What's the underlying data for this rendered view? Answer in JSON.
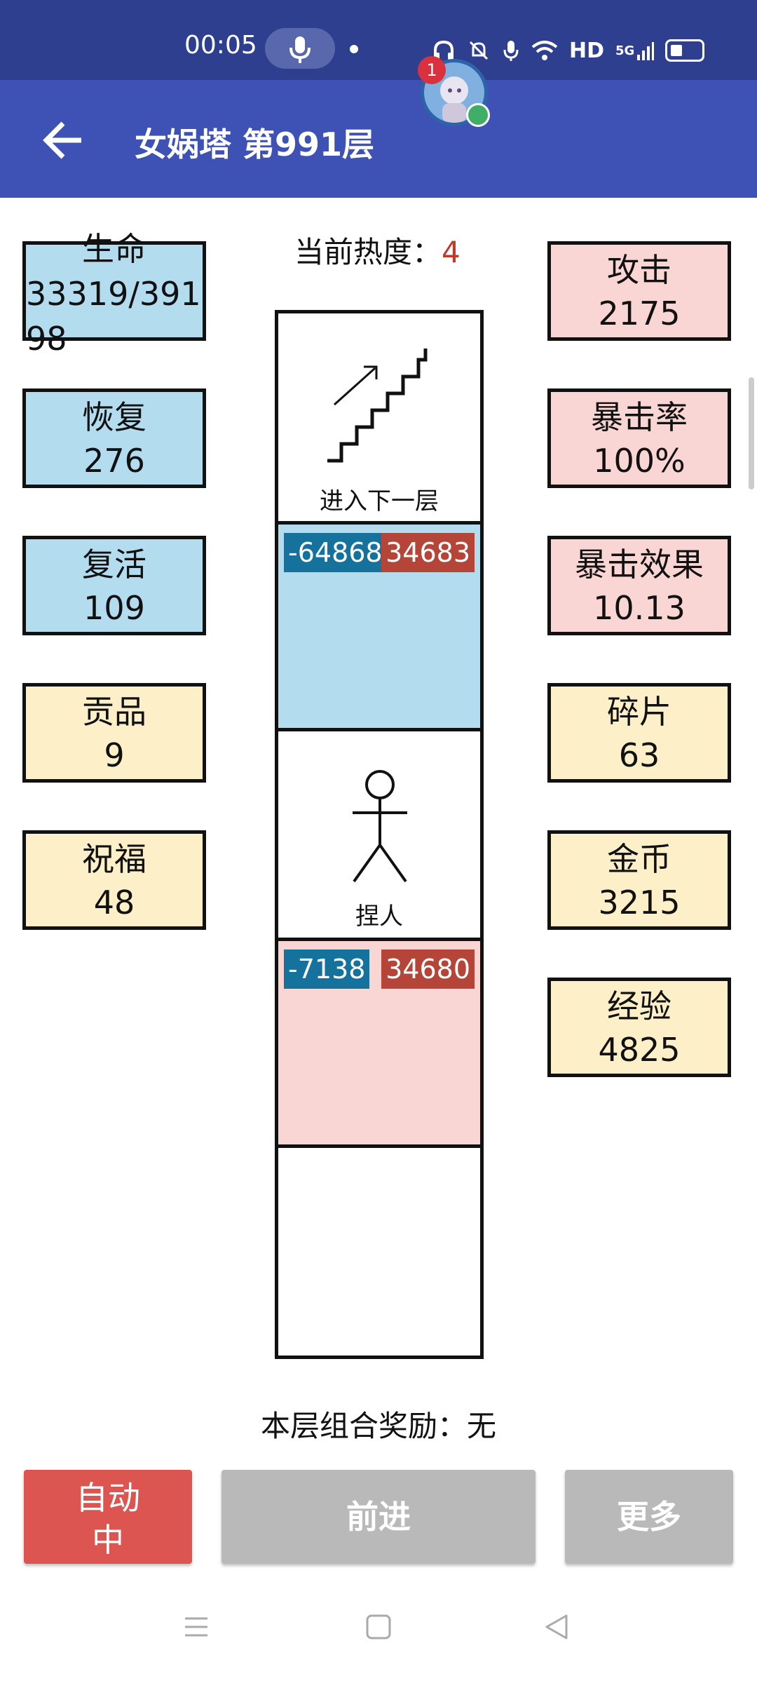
{
  "status_bar": {
    "time": "00:05",
    "network": "HD",
    "signal": "5G"
  },
  "app_bar": {
    "title": "女娲塔 第991层",
    "avatar_badge": "1"
  },
  "stats_left": [
    {
      "label": "生命",
      "value": "33319/39198"
    },
    {
      "label": "恢复",
      "value": "276"
    },
    {
      "label": "复活",
      "value": "109"
    },
    {
      "label": "贡品",
      "value": "9"
    },
    {
      "label": "祝福",
      "value": "48"
    }
  ],
  "stats_right": [
    {
      "label": "攻击",
      "value": "2175"
    },
    {
      "label": "暴击率",
      "value": "100%"
    },
    {
      "label": "暴击效果",
      "value": "10.13"
    },
    {
      "label": "碎片",
      "value": "63"
    },
    {
      "label": "金币",
      "value": "3215"
    },
    {
      "label": "经验",
      "value": "4825"
    }
  ],
  "heat": {
    "label": "当前热度：",
    "value": "4"
  },
  "tower": {
    "stairs_label": "进入下一层",
    "blue_room": {
      "left": "-64868",
      "right": "34683"
    },
    "person_label": "捏人",
    "pink_room": {
      "left": "-7138",
      "right": "34680"
    }
  },
  "reward": {
    "text": "本层组合奖励：无"
  },
  "buttons": {
    "auto_line1": "自动",
    "auto_line2": "中",
    "forward": "前进",
    "more": "更多"
  },
  "colors": {
    "app_bar": "#3e51b5",
    "status_bar": "#2e3f8f",
    "blue_cell": "#b3dcef",
    "pink_cell": "#f9d6d3",
    "yellow_cell": "#fdf0c8",
    "auto_button": "#dc5550",
    "grey_button": "#b9b9b9"
  }
}
